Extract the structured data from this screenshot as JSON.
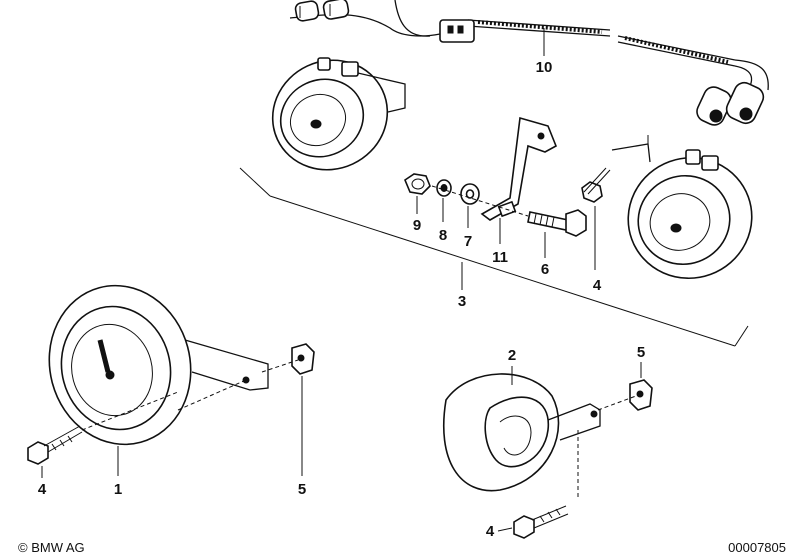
{
  "diagram": {
    "callouts": [
      {
        "id": "c10",
        "text": "10"
      },
      {
        "id": "c9",
        "text": "9"
      },
      {
        "id": "c8",
        "text": "8"
      },
      {
        "id": "c7",
        "text": "7"
      },
      {
        "id": "c11",
        "text": "11"
      },
      {
        "id": "c6",
        "text": "6"
      },
      {
        "id": "c4a",
        "text": "4"
      },
      {
        "id": "c3",
        "text": "3"
      },
      {
        "id": "c2",
        "text": "2"
      },
      {
        "id": "c5a",
        "text": "5"
      },
      {
        "id": "c4b",
        "text": "4"
      },
      {
        "id": "c1",
        "text": "1"
      },
      {
        "id": "c5b",
        "text": "5"
      },
      {
        "id": "c4c",
        "text": "4"
      }
    ],
    "copyright": "© BMW AG",
    "drawing_number": "00007805"
  }
}
